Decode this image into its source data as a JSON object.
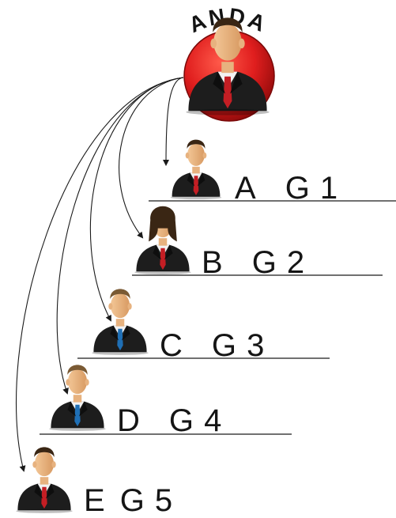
{
  "title": "ANDA",
  "levels": [
    {
      "member": "A",
      "generation": "G 1",
      "tie": "red"
    },
    {
      "member": "B",
      "generation": "G 2",
      "tie": "red"
    },
    {
      "member": "C",
      "generation": "G 3",
      "tie": "blue"
    },
    {
      "member": "D",
      "generation": "G 4",
      "tie": "blue"
    },
    {
      "member": "E",
      "generation": "G 5",
      "tie": "red"
    }
  ],
  "colors": {
    "badge": "#e01e1e",
    "badge_dark": "#8e0a0a",
    "suit": "#1d1d1d",
    "tie_red": "#c41e24",
    "tie_blue": "#1f6fb5",
    "skin": "#e7b27f",
    "hair": "#3a2614",
    "hair_light": "#7a5a34",
    "line": "#1a1a1a"
  },
  "icons": [
    "person-icon",
    "woman-icon",
    "arrow-icon"
  ]
}
